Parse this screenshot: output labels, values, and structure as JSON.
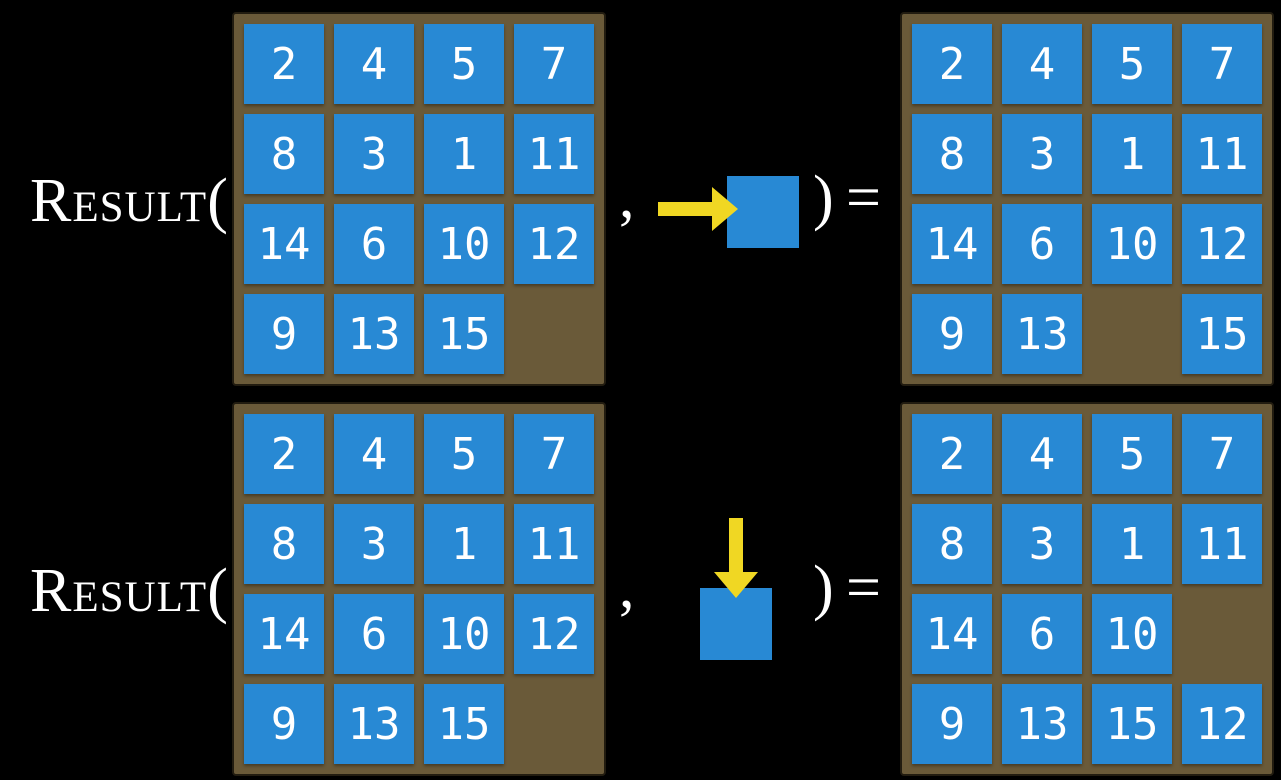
{
  "figure": {
    "colors": {
      "background": "#000000",
      "board_frame": "#6a5a39",
      "tile_blue": "#2889d4",
      "tile_number": "#ffffff",
      "arrow_yellow": "#f0d723",
      "expression_text": "#ffffff"
    },
    "examples": [
      {
        "function_name": "Result",
        "open_paren": "(",
        "comma": ",",
        "close_paren": ")",
        "equals_sign": "=",
        "action": {
          "icon": "arrow-right-icon",
          "direction": "right"
        },
        "before_state": [
          [
            "2",
            "4",
            "5",
            "7"
          ],
          [
            "8",
            "3",
            "1",
            "11"
          ],
          [
            "14",
            "6",
            "10",
            "12"
          ],
          [
            "9",
            "13",
            "15",
            ""
          ]
        ],
        "after_state": [
          [
            "2",
            "4",
            "5",
            "7"
          ],
          [
            "8",
            "3",
            "1",
            "11"
          ],
          [
            "14",
            "6",
            "10",
            "12"
          ],
          [
            "9",
            "13",
            "",
            "15"
          ]
        ]
      },
      {
        "function_name": "Result",
        "open_paren": "(",
        "comma": ",",
        "close_paren": ")",
        "equals_sign": "=",
        "action": {
          "icon": "arrow-down-icon",
          "direction": "down"
        },
        "before_state": [
          [
            "2",
            "4",
            "5",
            "7"
          ],
          [
            "8",
            "3",
            "1",
            "11"
          ],
          [
            "14",
            "6",
            "10",
            "12"
          ],
          [
            "9",
            "13",
            "15",
            ""
          ]
        ],
        "after_state": [
          [
            "2",
            "4",
            "5",
            "7"
          ],
          [
            "8",
            "3",
            "1",
            "11"
          ],
          [
            "14",
            "6",
            "10",
            ""
          ],
          [
            "9",
            "13",
            "15",
            "12"
          ]
        ]
      }
    ]
  }
}
